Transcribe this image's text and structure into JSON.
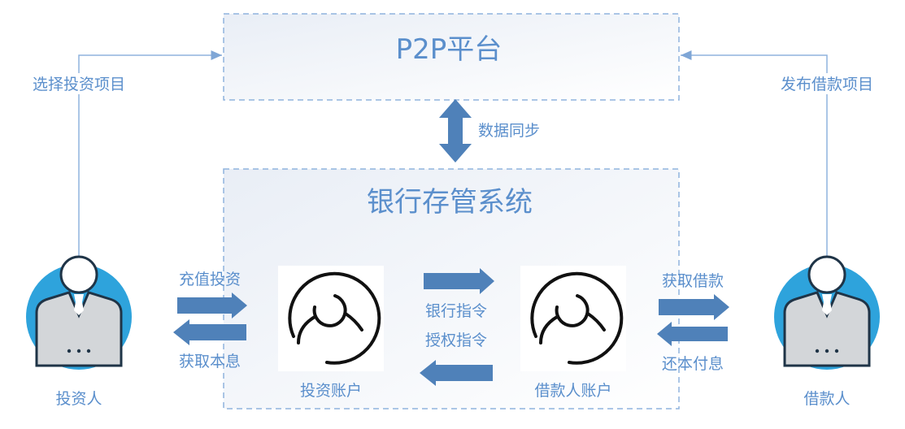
{
  "platform": {
    "title": "P2P平台"
  },
  "bank": {
    "title": "银行存管系统"
  },
  "sync_label": "数据同步",
  "investor": {
    "name": "投资人",
    "select_label": "选择投资项目",
    "deposit_label": "充值投资",
    "receive_label": "获取本息"
  },
  "borrower": {
    "name": "借款人",
    "publish_label": "发布借款项目",
    "obtain_label": "获取借款",
    "repay_label": "还本付息"
  },
  "accounts": {
    "investor_account": "投资账户",
    "borrower_account": "借款人账户",
    "bank_instruction": "银行指令",
    "auth_instruction": "授权指令"
  },
  "colors": {
    "accent": "#4f81b9",
    "text": "#5b8fcc",
    "line": "#8fb3dd",
    "avatar": "#2ea3dc"
  }
}
